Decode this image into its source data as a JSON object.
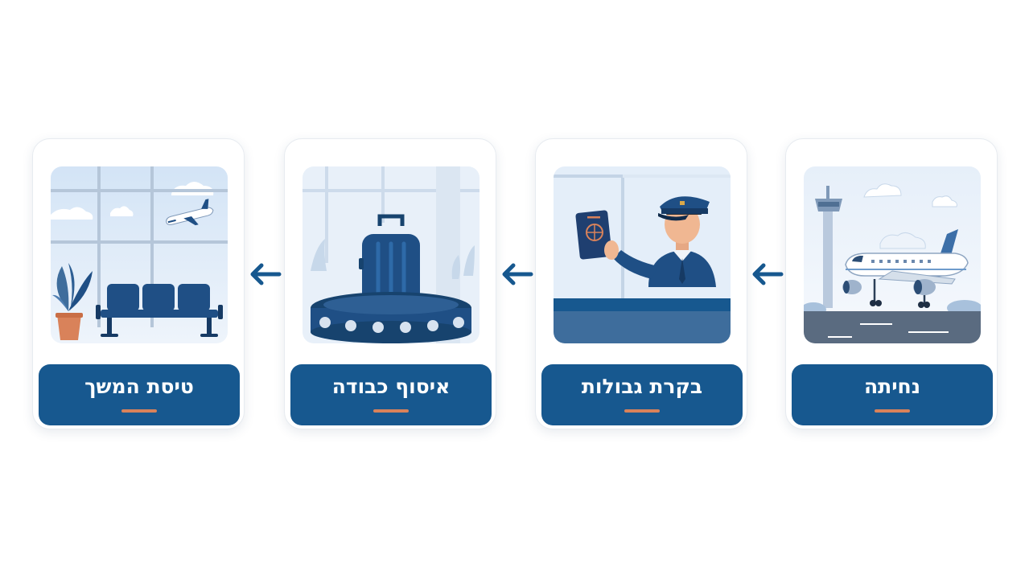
{
  "steps": [
    {
      "label": "נחיתה",
      "icon": "airplane-landing-icon"
    },
    {
      "label": "בקרת גבולות",
      "icon": "passport-control-icon"
    },
    {
      "label": "איסוף כבודה",
      "icon": "baggage-claim-icon"
    },
    {
      "label": "טיסת המשך",
      "icon": "departure-lounge-icon"
    }
  ],
  "colors": {
    "primary": "#17588f",
    "accent": "#d9825a",
    "sky": "#dbe8f5",
    "card_border": "#e7ebf0"
  }
}
